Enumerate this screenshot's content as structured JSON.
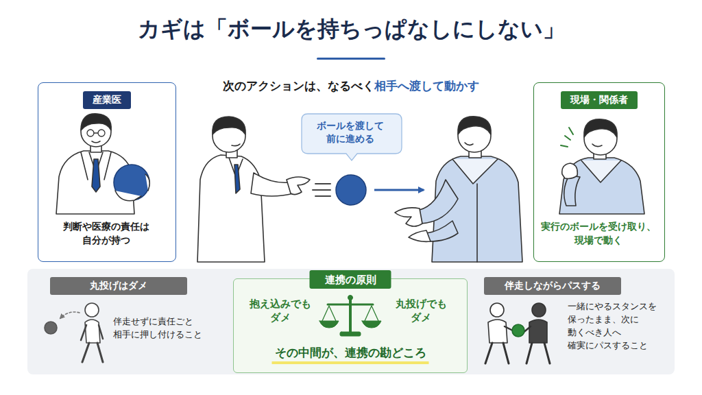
{
  "diagram": {
    "title": "カギは「ボールを持ちっぱなしにしない」",
    "nodes": [
      {
        "text": [
          "産業医",
          "判断や医療の責任は 自分が持つ"
        ]
      },
      {
        "text": [
          "ボールを渡して 前に進める"
        ]
      },
      {
        "text": [
          "現場・関係者",
          "実行のボールを受け取り、 現場で動く"
        ]
      },
      {
        "text": [
          "丸投げはダメ",
          "伴走せずに責任ごと 相手に押し付けること"
        ]
      },
      {
        "text": [
          "連携の原則",
          "抱え込みでも ダメ",
          "丸投げでも ダメ",
          "その中間が、連携の勘どころ"
        ]
      },
      {
        "text": [
          "伴走しながらパスする",
          "一緒にやるスタンスを 保ったまま、次に 動くべき人へ 確実にパスすること"
        ]
      }
    ],
    "labels": [
      "次のアクションは、なるべく",
      "相手へ渡して動かす"
    ]
  }
}
